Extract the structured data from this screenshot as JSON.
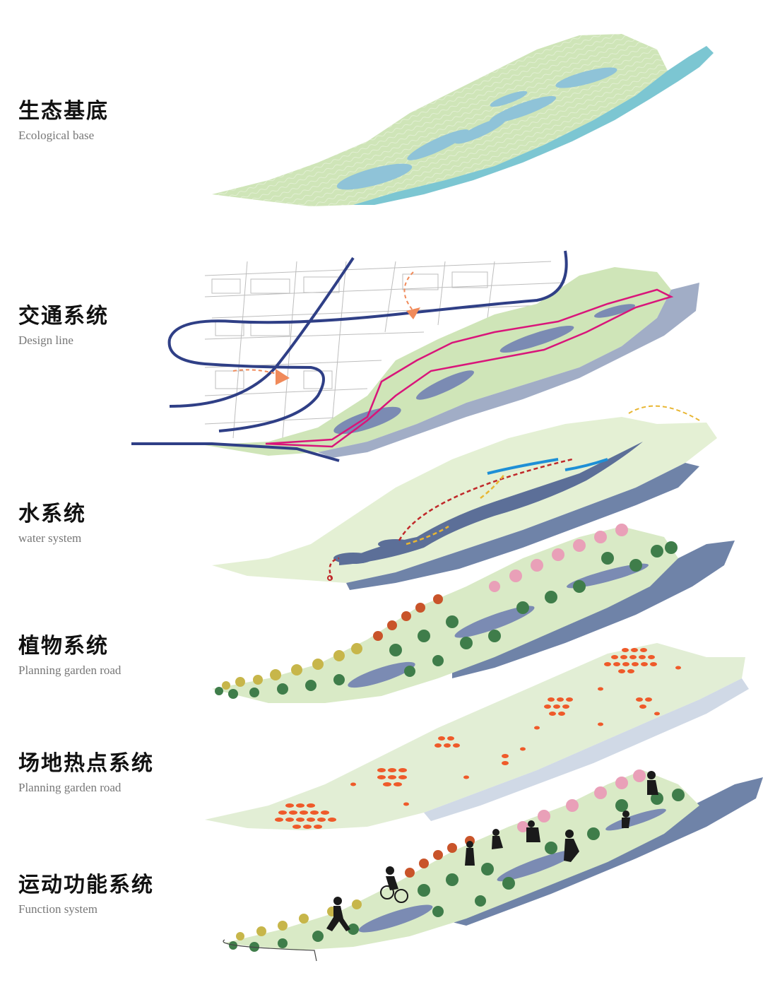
{
  "layers": [
    {
      "id": "ecological-base",
      "title_zh": "生态基底",
      "title_en": "Ecological base"
    },
    {
      "id": "traffic",
      "title_zh": "交通系统",
      "title_en": "Design line"
    },
    {
      "id": "water",
      "title_zh": "水系统",
      "title_en": "water system"
    },
    {
      "id": "plants",
      "title_zh": "植物系统",
      "title_en": "Planning garden road"
    },
    {
      "id": "hotspots",
      "title_zh": "场地热点系统",
      "title_en": "Planning garden road"
    },
    {
      "id": "sports",
      "title_zh": "运动功能系统",
      "title_en": "Function  system"
    }
  ],
  "colors": {
    "land": "#cfe5b8",
    "water": "#8fc3d8",
    "river": "#7cc6d2",
    "road": "#2f3f86",
    "route": "#d9157a",
    "pond": "#7b8bb3",
    "shadow": "#8a99b8",
    "flow_red": "#c0282a",
    "flow_yellow": "#e8b632",
    "blue_stream": "#1e8fd6",
    "tree_green": "#3f7d4a",
    "tree_pink": "#e9a0b8",
    "tree_orange": "#c9542a",
    "tree_yellow": "#c7b64a",
    "hotspot": "#ef5a2a",
    "silhouette": "#1a1a1a"
  }
}
